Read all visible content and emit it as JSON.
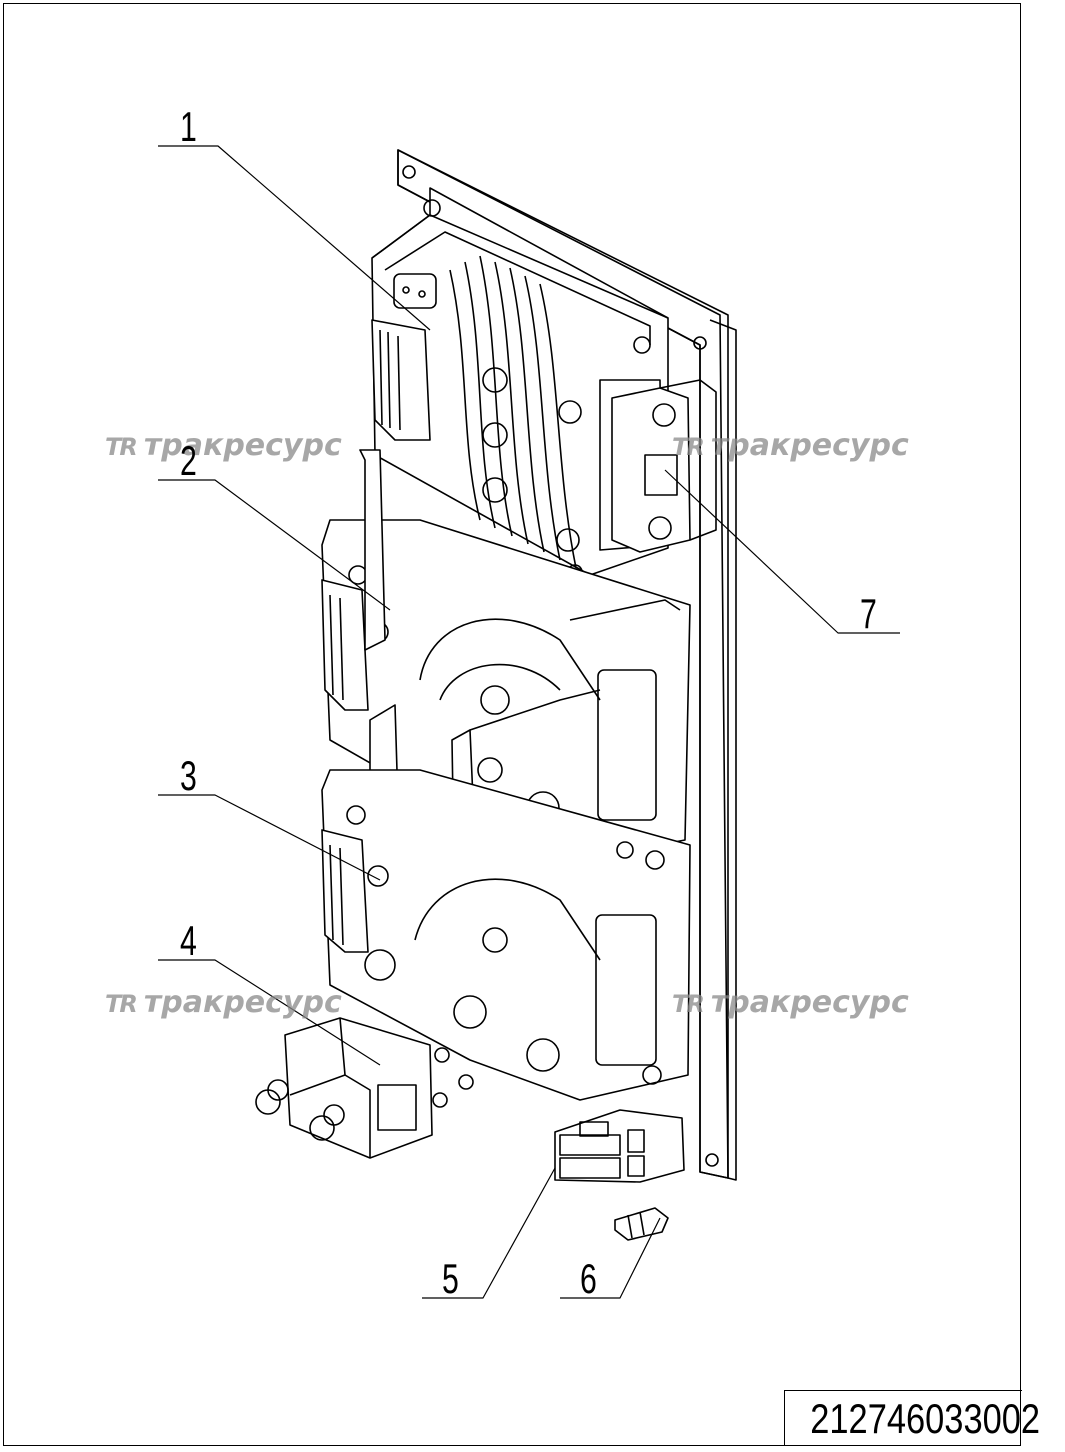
{
  "callouts": [
    "1",
    "2",
    "3",
    "4",
    "5",
    "6",
    "7"
  ],
  "watermark": {
    "logo": "TR",
    "text": "тракресурс"
  },
  "doc_number": "212746033002"
}
